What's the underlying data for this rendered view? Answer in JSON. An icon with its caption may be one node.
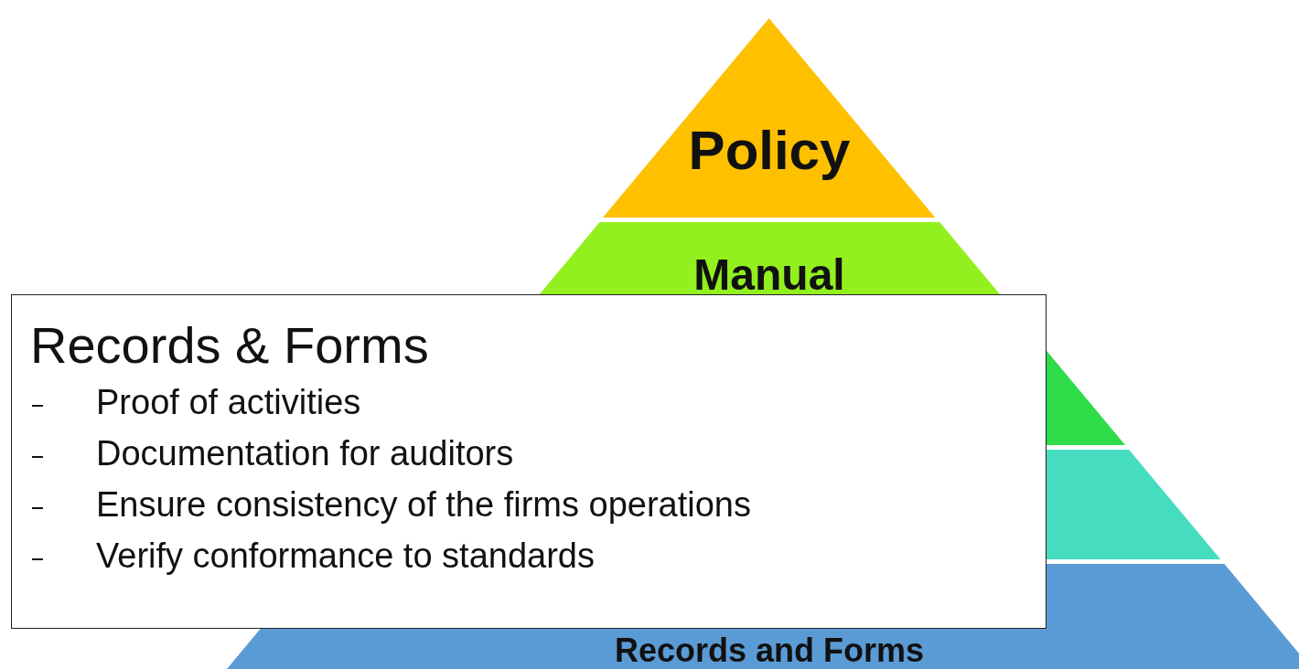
{
  "diagram": {
    "nodes": [
      {
        "text": [
          "Policy"
        ]
      },
      {
        "text": [
          "Manual"
        ]
      },
      {
        "text": [],
        "shape": "trapezoid"
      },
      {
        "text": [],
        "shape": "trapezoid"
      },
      {
        "text": [
          "Records and Forms"
        ]
      },
      {
        "text": [
          "Records & Forms",
          "Proof of activities",
          "Documentation for auditors",
          "Ensure consistency of the firms operations",
          "Verify conformance to standards"
        ]
      }
    ]
  }
}
